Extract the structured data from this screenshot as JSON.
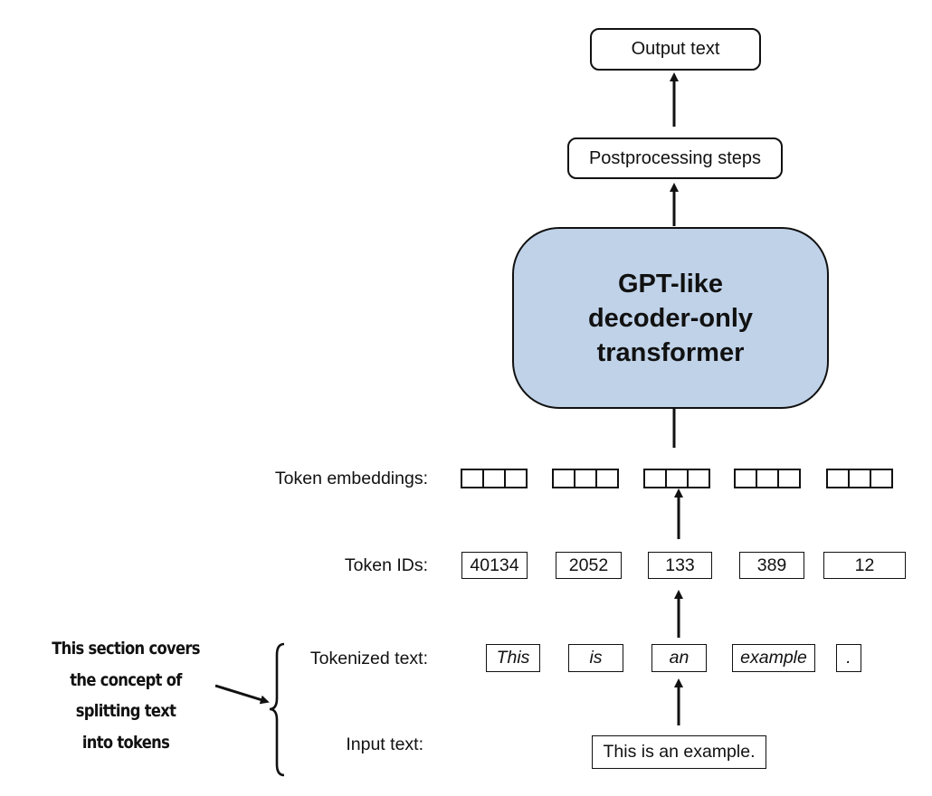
{
  "output_text": "Output text",
  "postprocessing": "Postprocessing steps",
  "transformer": [
    "GPT-like",
    "decoder-only",
    "transformer"
  ],
  "labels": {
    "embeddings": "Token embeddings:",
    "token_ids": "Token IDs:",
    "tokenized": "Tokenized text:",
    "input": "Input text:"
  },
  "token_ids": [
    "40134",
    "2052",
    "133",
    "389",
    "12"
  ],
  "tokens": [
    "This",
    "is",
    "an",
    "example",
    "."
  ],
  "input_text": "This is an example.",
  "note": [
    "This section covers",
    "the concept of",
    "splitting text",
    "into tokens"
  ]
}
